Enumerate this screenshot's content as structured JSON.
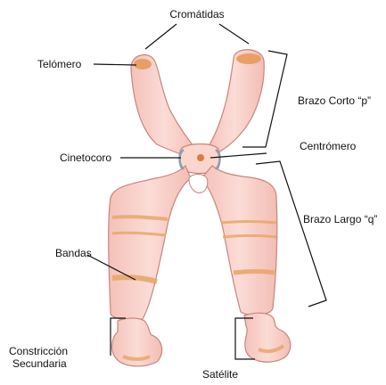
{
  "diagram": {
    "labels": {
      "cromatidas": "Cromátidas",
      "telomero": "Telómero",
      "brazo_corto": "Brazo Corto “p”",
      "cinetocoro": "Cinetocoro",
      "centromero": "Centrómero",
      "brazo_largo": "Brazo Largo “q”",
      "bandas": "Bandas",
      "constriccion_1": "Constricción",
      "constriccion_2": "Secundaria",
      "satelite": "Satélite"
    },
    "colors": {
      "chromosome_fill": "#f9d3cc",
      "chromosome_outline": "#c9857c",
      "band": "#e8a76a",
      "telomere": "#e69a5a",
      "centromere": "#e07a3a",
      "kinetochore": "#8aa0b4",
      "lines": "#111111"
    }
  }
}
